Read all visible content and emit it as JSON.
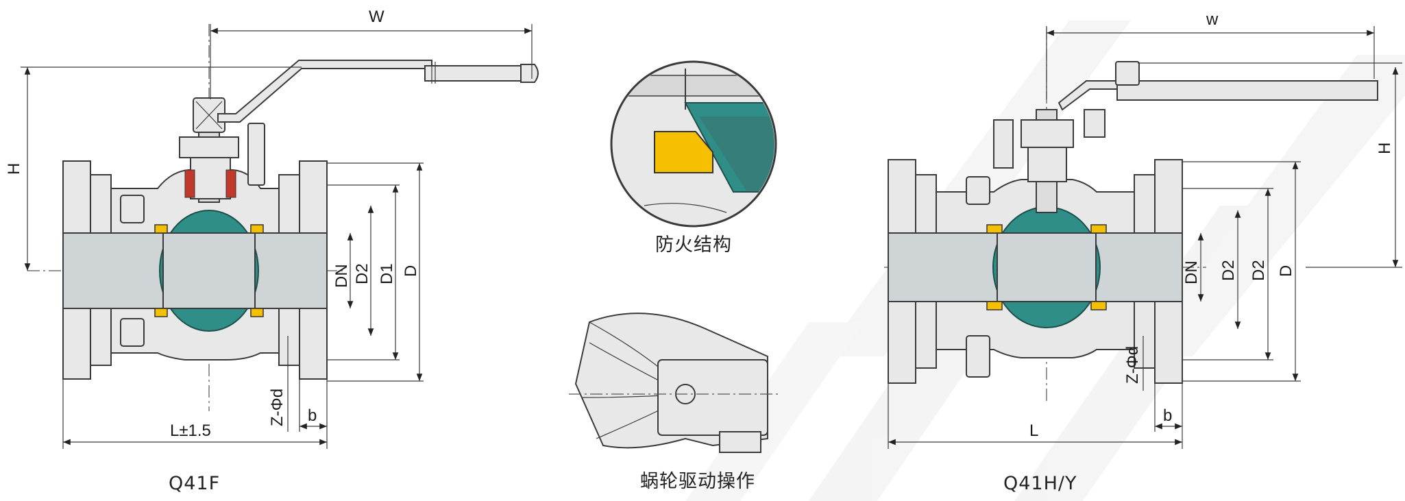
{
  "left_view": {
    "caption": "Q41F",
    "dims": {
      "W": "W",
      "H": "H",
      "DN": "DN",
      "D2": "D2",
      "D1": "D1",
      "D": "D",
      "L": "L±1.5",
      "Zd": "Z-Φd",
      "b": "b"
    }
  },
  "middle_view": {
    "fireproof_caption": "防火结构",
    "gear_caption": "蜗轮驱动操作"
  },
  "right_view": {
    "caption": "Q41H/Y",
    "dims": {
      "W": "w",
      "H": "H",
      "DN": "DN",
      "D2a": "D2",
      "D2b": "D2",
      "D": "D",
      "L": "L",
      "Zd": "Z-Φd",
      "b": "b"
    }
  },
  "colors": {
    "ball": "#2f8f88",
    "seat": "#f5c000",
    "packing": "#c0392b",
    "body": "#e8e8e8"
  }
}
